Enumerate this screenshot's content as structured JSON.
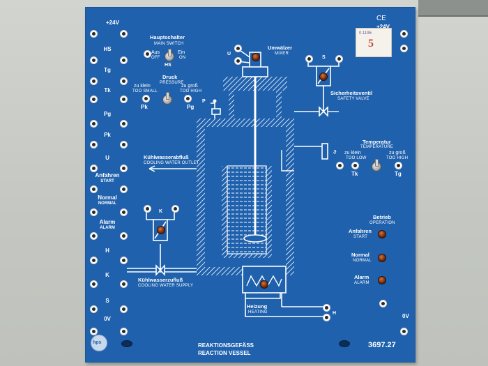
{
  "panel": {
    "title_de": "REAKTIONSGEFÄSS",
    "title_en": "REACTION  VESSEL",
    "model": "3697.27",
    "ce_mark": "CE",
    "logo_text": "hps",
    "sticker": {
      "code": "0.1196",
      "number": "5"
    }
  },
  "left_sockets": {
    "top": "+24V",
    "items": [
      {
        "label": "HS",
        "sub": ""
      },
      {
        "label": "Tg",
        "sub": ""
      },
      {
        "label": "Tk",
        "sub": ""
      },
      {
        "label": "Pg",
        "sub": ""
      },
      {
        "label": "Pk",
        "sub": ""
      },
      {
        "label": "U",
        "sub": ""
      },
      {
        "label": "Anfahren",
        "sub": "START"
      },
      {
        "label": "Normal",
        "sub": "NORMAL"
      },
      {
        "label": "Alarm",
        "sub": "ALARM"
      },
      {
        "label": "H",
        "sub": ""
      },
      {
        "label": "K",
        "sub": ""
      },
      {
        "label": "S",
        "sub": ""
      }
    ],
    "bottom": "0V"
  },
  "right_sockets": {
    "top": "+24V",
    "bottom": "0V"
  },
  "main_switch": {
    "title_de": "Hauptschalter",
    "title_en": "MAIN SWITCH",
    "off_de": "Aus",
    "off_en": "OFF",
    "on_de": "Ein",
    "on_en": "ON",
    "code": "HS"
  },
  "pressure": {
    "title_de": "Druck",
    "title_en": "PRESSURE",
    "low_de": "zu klein",
    "low_en": "TOO SMALL",
    "high_de": "zu groß",
    "high_en": "TOO HIGH",
    "low_code": "Pk",
    "high_code": "Pg",
    "p_label": "P"
  },
  "mixer": {
    "title_de": "Umwälzer",
    "title_en": "MIXER",
    "code": "U"
  },
  "safety_valve": {
    "title_de": "Sicherheitsventil",
    "title_en": "SAFETY VALVE",
    "code": "S"
  },
  "temperature": {
    "title_de": "Temperatur",
    "title_en": "TEMPERATURE",
    "low_de": "zu klein",
    "low_en": "TOO LOW",
    "high_de": "zu groß",
    "high_en": "TOO HIGH",
    "low_code": "Tk",
    "high_code": "Tg",
    "sensor_code": "ϑ"
  },
  "cooling_outlet": {
    "title_de": "Kühlwasserabfluß",
    "title_en": "COOLING WATER OUTLET"
  },
  "cooling_supply": {
    "title_de": "Kühlwasserzufluß",
    "title_en": "COOLING WATER SUPPLY",
    "code": "K"
  },
  "heating": {
    "title_de": "Heizung",
    "title_en": "HEATING",
    "code": "H"
  },
  "operation": {
    "title_de": "Betrieb",
    "title_en": "OPERATION",
    "start_de": "Anfahren",
    "start_en": "START",
    "normal_de": "Normal",
    "normal_en": "NORMAL",
    "alarm_de": "Alarm",
    "alarm_en": "ALARM"
  },
  "colors": {
    "panel": "#1f61ad",
    "lines": "#ffffff",
    "led": "#7a2c10"
  }
}
